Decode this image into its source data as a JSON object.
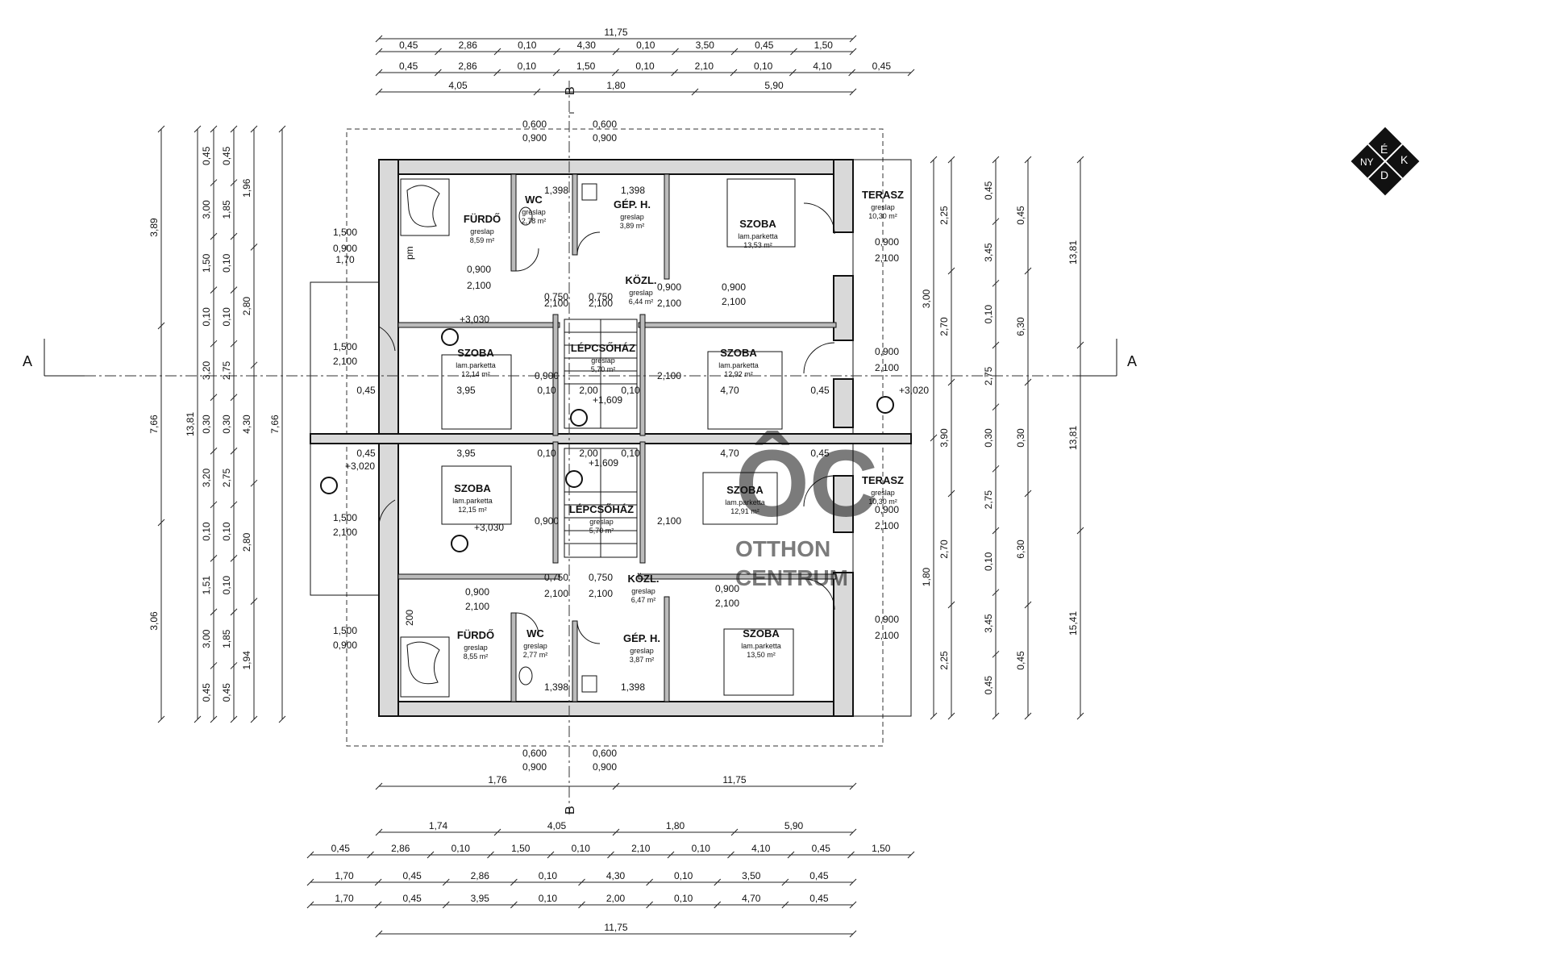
{
  "rooms": [
    {
      "id": "furdo-top",
      "name": "FÜRDŐ",
      "finish": "greslap",
      "area": "8,59 m²"
    },
    {
      "id": "wc-top",
      "name": "WC",
      "finish": "greslap",
      "area": "2,78 m²"
    },
    {
      "id": "geph-top",
      "name": "GÉP. H.",
      "finish": "greslap",
      "area": "3,89 m²"
    },
    {
      "id": "szoba-tr",
      "name": "SZOBA",
      "finish": "lam.parketta",
      "area": "13,53 m²"
    },
    {
      "id": "terasz-top",
      "name": "TERASZ",
      "finish": "greslap",
      "area": "10,30 m²"
    },
    {
      "id": "kozl-top",
      "name": "KÖZL.",
      "finish": "greslap",
      "area": "6,44 m²"
    },
    {
      "id": "szoba-l1",
      "name": "SZOBA",
      "finish": "lam.parketta",
      "area": "12,14 m²"
    },
    {
      "id": "lepcso-top",
      "name": "LÉPCSŐHÁZ",
      "finish": "greslap",
      "area": "5,70 m²"
    },
    {
      "id": "szoba-r1",
      "name": "SZOBA",
      "finish": "lam.parketta",
      "area": "12,92 m²"
    },
    {
      "id": "szoba-l2",
      "name": "SZOBA",
      "finish": "lam.parketta",
      "area": "12,15 m²"
    },
    {
      "id": "lepcso-bot",
      "name": "LÉPCSŐHÁZ",
      "finish": "greslap",
      "area": "5,70 m²"
    },
    {
      "id": "szoba-r2",
      "name": "SZOBA",
      "finish": "lam.parketta",
      "area": "12,91 m²"
    },
    {
      "id": "terasz-bot",
      "name": "TERASZ",
      "finish": "greslap",
      "area": "10,30 m²"
    },
    {
      "id": "kozl-bot",
      "name": "KÖZL.",
      "finish": "greslap",
      "area": "6,47 m²"
    },
    {
      "id": "furdo-bot",
      "name": "FÜRDŐ",
      "finish": "greslap",
      "area": "8,55 m²"
    },
    {
      "id": "wc-bot",
      "name": "WC",
      "finish": "greslap",
      "area": "2,77 m²"
    },
    {
      "id": "geph-bot",
      "name": "GÉP. H.",
      "finish": "greslap",
      "area": "3,87 m²"
    },
    {
      "id": "szoba-br",
      "name": "SZOBA",
      "finish": "lam.parketta",
      "area": "13,50 m²"
    }
  ],
  "levels": [
    "+3,030",
    "+1,609",
    "+3,020",
    "+3,020",
    "+1,609",
    "+3,030"
  ],
  "section_marks": {
    "a": "A",
    "b": "B"
  },
  "compass": [
    "É",
    "K",
    "D",
    "NY"
  ],
  "watermark": {
    "mark": "ÔC",
    "line1": "OTTHON",
    "line2": "CENTRUM"
  },
  "labels": {
    "pm": "pm",
    "n200": "200",
    "d1398": "1,398"
  },
  "top_dims": [
    [
      "11,75"
    ],
    [
      "0,45",
      "2,86",
      "0,10",
      "4,30",
      "0,10",
      "3,50",
      "0,45",
      "1,50"
    ],
    [
      "0,45",
      "2,86",
      "0,10",
      "1,50",
      "0,10",
      "2,10",
      "0,10",
      "4,10",
      "0,45"
    ],
    [
      "4,05",
      "1,80",
      "5,90"
    ]
  ],
  "bottom_dims": [
    [
      "1,76",
      "11,75"
    ],
    [
      "1,74",
      "4,05",
      "1,80",
      "5,90"
    ],
    [
      "0,45",
      "2,86",
      "0,10",
      "1,50",
      "0,10",
      "2,10",
      "0,10",
      "4,10",
      "0,45",
      "1,50"
    ],
    [
      "1,70",
      "0,45",
      "2,86",
      "0,10",
      "4,30",
      "0,10",
      "3,50",
      "0,45"
    ],
    [
      "1,70",
      "0,45",
      "3,95",
      "0,10",
      "2,00",
      "0,10",
      "4,70",
      "0,45"
    ],
    [
      "11,75"
    ]
  ],
  "left_dims": [
    [
      "3,89",
      "7,66",
      "3,06"
    ],
    [
      "13,81"
    ],
    [
      "0,45",
      "3,00",
      "1,50",
      "0,10",
      "3,20",
      "0,30",
      "3,20",
      "0,10",
      "1,51",
      "3,00",
      "0,45"
    ],
    [
      "0,45",
      "1,85",
      "0,10",
      "0,10",
      "2,75",
      "0,30",
      "2,75",
      "0,10",
      "0,10",
      "1,85",
      "0,45"
    ],
    [
      "1,96",
      "2,80",
      "4,30",
      "2,80",
      "1,94"
    ],
    [
      "7,66"
    ]
  ],
  "right_dims": [
    [
      "2,25",
      "2,70",
      "3,90",
      "2,70",
      "2,25"
    ],
    [
      "3,00",
      "1,80"
    ],
    [
      "0,45",
      "3,45",
      "0,10",
      "2,75",
      "0,30",
      "2,75",
      "0,10",
      "3,45",
      "0,45"
    ],
    [
      "0,45",
      "6,30",
      "0,30",
      "6,30",
      "0,45"
    ],
    [
      "13,81",
      "13,81",
      "15,41"
    ]
  ],
  "opening_labels": [
    "1,500",
    "0,900",
    "1,70",
    "0,900",
    "2,100",
    "0,750",
    "2,100",
    "0,750",
    "2,100",
    "0,900",
    "2,100",
    "1,500",
    "2,100",
    "0,45",
    "3,95",
    "0,10",
    "2,00",
    "0,10",
    "4,70",
    "0,45",
    "0,900",
    "2,100",
    "0,900",
    "2,100",
    "0,900",
    "2,100",
    "0,900",
    "2,100",
    "0,45",
    "3,95",
    "0,10",
    "2,00",
    "0,10",
    "4,70",
    "0,45",
    "1,500",
    "2,100",
    "0,900",
    "2,100",
    "0,900",
    "2,100",
    "0,750",
    "2,100",
    "0,750",
    "2,100",
    "0,900",
    "2,100",
    "0,900",
    "2,100",
    "0,900",
    "2,100",
    "1,500",
    "0,900",
    "0,600",
    "0,900",
    "0,600",
    "0,900",
    "0,600",
    "0,900",
    "0,600",
    "0,900",
    "1,398",
    "1,398",
    "1,398",
    "1,398"
  ]
}
